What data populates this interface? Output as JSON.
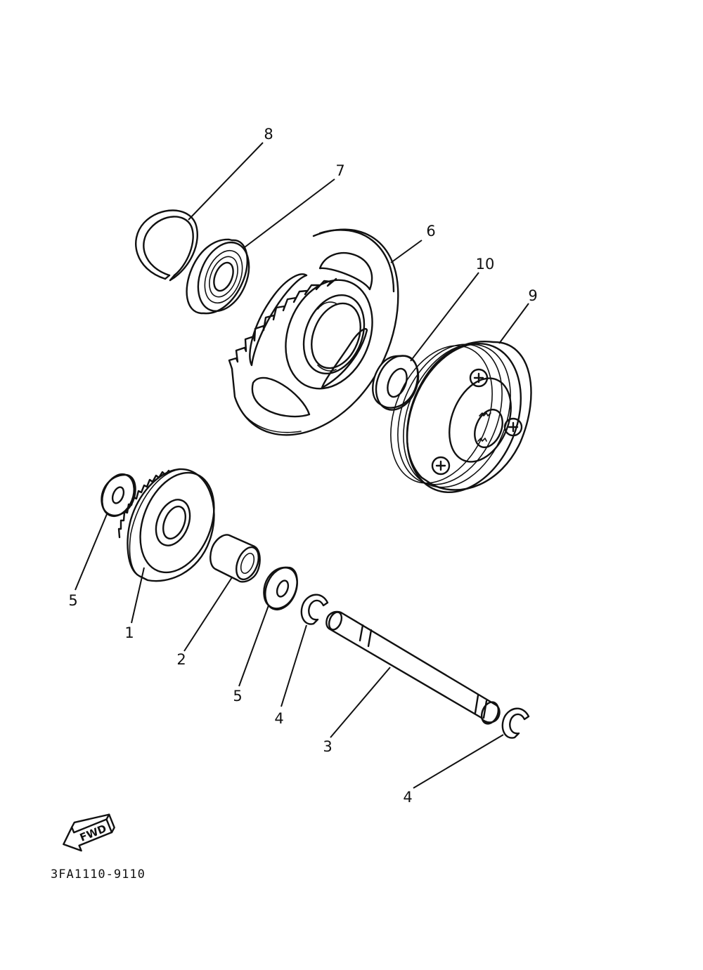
{
  "diagram": {
    "callouts": [
      "8",
      "7",
      "6",
      "10",
      "9",
      "5",
      "1",
      "2",
      "5",
      "4",
      "3",
      "4"
    ],
    "direction_label": "FWD",
    "drawing_code": "3FA1110-9110"
  },
  "colors": {
    "line": "#111111",
    "background": "#ffffff"
  }
}
